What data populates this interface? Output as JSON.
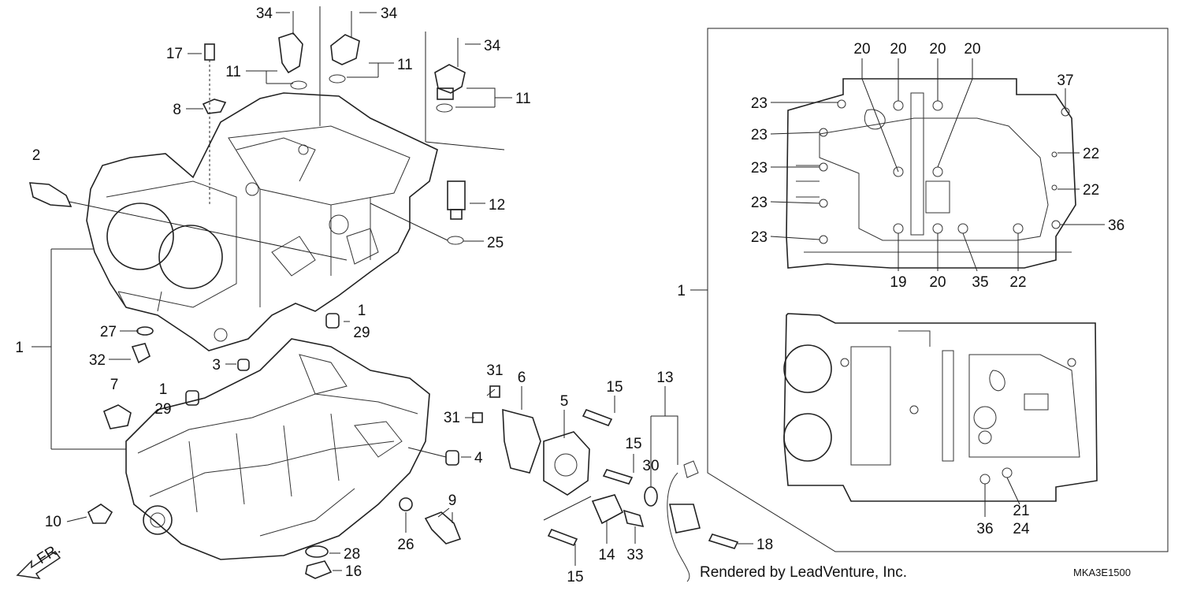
{
  "footer": {
    "credit": "Rendered by LeadVenture, Inc.",
    "diagram_code": "MKA3E1500"
  },
  "front_marker": "FR.",
  "callouts": [
    {
      "id": "c34a",
      "label": "34"
    },
    {
      "id": "c34b",
      "label": "34"
    },
    {
      "id": "c34c",
      "label": "34"
    },
    {
      "id": "c17",
      "label": "17"
    },
    {
      "id": "c11a",
      "label": "11"
    },
    {
      "id": "c11b",
      "label": "11"
    },
    {
      "id": "c11c",
      "label": "11"
    },
    {
      "id": "c8",
      "label": "8"
    },
    {
      "id": "c2",
      "label": "2"
    },
    {
      "id": "c12",
      "label": "12"
    },
    {
      "id": "c25",
      "label": "25"
    },
    {
      "id": "c1a",
      "label": "1"
    },
    {
      "id": "c29a",
      "label": "29"
    },
    {
      "id": "c1b",
      "label": "1"
    },
    {
      "id": "c27",
      "label": "27"
    },
    {
      "id": "c32",
      "label": "32"
    },
    {
      "id": "c3",
      "label": "3"
    },
    {
      "id": "c7",
      "label": "7"
    },
    {
      "id": "c1c",
      "label": "1"
    },
    {
      "id": "c29b",
      "label": "29"
    },
    {
      "id": "c31a",
      "label": "31"
    },
    {
      "id": "c31b",
      "label": "31"
    },
    {
      "id": "c6",
      "label": "6"
    },
    {
      "id": "c5",
      "label": "5"
    },
    {
      "id": "c15a",
      "label": "15"
    },
    {
      "id": "c15b",
      "label": "15"
    },
    {
      "id": "c13",
      "label": "13"
    },
    {
      "id": "c4",
      "label": "4"
    },
    {
      "id": "c30",
      "label": "30"
    },
    {
      "id": "c9",
      "label": "9"
    },
    {
      "id": "c10",
      "label": "10"
    },
    {
      "id": "c26",
      "label": "26"
    },
    {
      "id": "c28",
      "label": "28"
    },
    {
      "id": "c16",
      "label": "16"
    },
    {
      "id": "c14",
      "label": "14"
    },
    {
      "id": "c33",
      "label": "33"
    },
    {
      "id": "c15c",
      "label": "15"
    },
    {
      "id": "c18",
      "label": "18"
    },
    {
      "id": "c1d",
      "label": "1"
    },
    {
      "id": "c20a",
      "label": "20"
    },
    {
      "id": "c20b",
      "label": "20"
    },
    {
      "id": "c20c",
      "label": "20"
    },
    {
      "id": "c20d",
      "label": "20"
    },
    {
      "id": "c37",
      "label": "37"
    },
    {
      "id": "c23a",
      "label": "23"
    },
    {
      "id": "c23b",
      "label": "23"
    },
    {
      "id": "c23c",
      "label": "23"
    },
    {
      "id": "c23d",
      "label": "23"
    },
    {
      "id": "c23e",
      "label": "23"
    },
    {
      "id": "c22a",
      "label": "22"
    },
    {
      "id": "c22b",
      "label": "22"
    },
    {
      "id": "c36a",
      "label": "36"
    },
    {
      "id": "c19",
      "label": "19"
    },
    {
      "id": "c20e",
      "label": "20"
    },
    {
      "id": "c35",
      "label": "35"
    },
    {
      "id": "c22c",
      "label": "22"
    },
    {
      "id": "c21",
      "label": "21"
    },
    {
      "id": "c24",
      "label": "24"
    },
    {
      "id": "c36b",
      "label": "36"
    }
  ]
}
